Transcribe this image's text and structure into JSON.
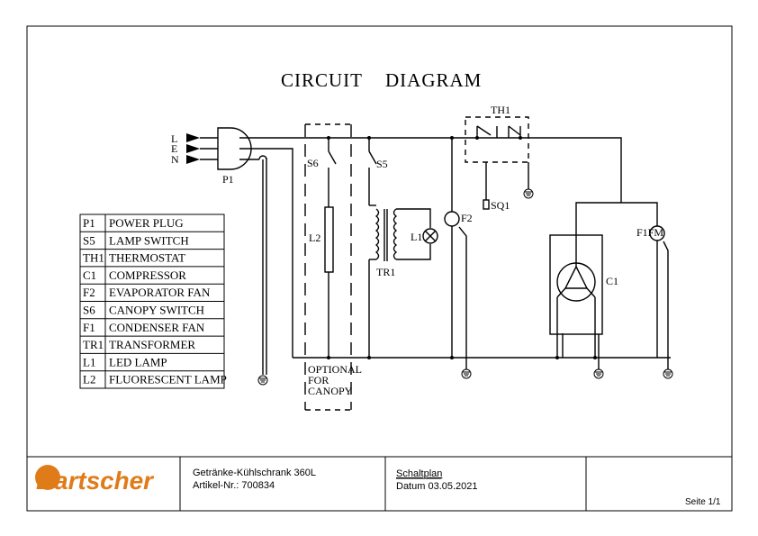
{
  "title": {
    "word1": "CIRCUIT",
    "word2": "DIAGRAM"
  },
  "plug": {
    "pins": [
      "L",
      "E",
      "N"
    ],
    "label": "P1"
  },
  "components": {
    "s6": "S6",
    "s5": "S5",
    "l2": "L2",
    "tr1": "TR1",
    "l1": "L1",
    "f2": "F2",
    "th1": "TH1",
    "sq1": "SQ1",
    "c1": "C1",
    "f1fm": "F1FM"
  },
  "optional_note": [
    "OPTIONAL",
    "FOR",
    "CANOPY"
  ],
  "legend": [
    {
      "code": "P1",
      "desc": "POWER PLUG"
    },
    {
      "code": "S5",
      "desc": "LAMP SWITCH"
    },
    {
      "code": "TH1",
      "desc": "THERMOSTAT"
    },
    {
      "code": "C1",
      "desc": "COMPRESSOR"
    },
    {
      "code": "F2",
      "desc": "EVAPORATOR FAN"
    },
    {
      "code": "S6",
      "desc": "CANOPY SWITCH"
    },
    {
      "code": "F1",
      "desc": "CONDENSER FAN"
    },
    {
      "code": "TR1",
      "desc": "TRANSFORMER"
    },
    {
      "code": "L1",
      "desc": "LED LAMP"
    },
    {
      "code": "L2",
      "desc": "FLUORESCENT LAMP"
    }
  ],
  "footer": {
    "brand": "Bartscher",
    "brand_color": "#e07b1a",
    "product": "Getränke-Kühlschrank 360L",
    "article": "Artikel-Nr.: 700834",
    "doc_type": "Schaltplan",
    "date": "Datum 03.05.2021",
    "page": "Seite 1/1"
  }
}
